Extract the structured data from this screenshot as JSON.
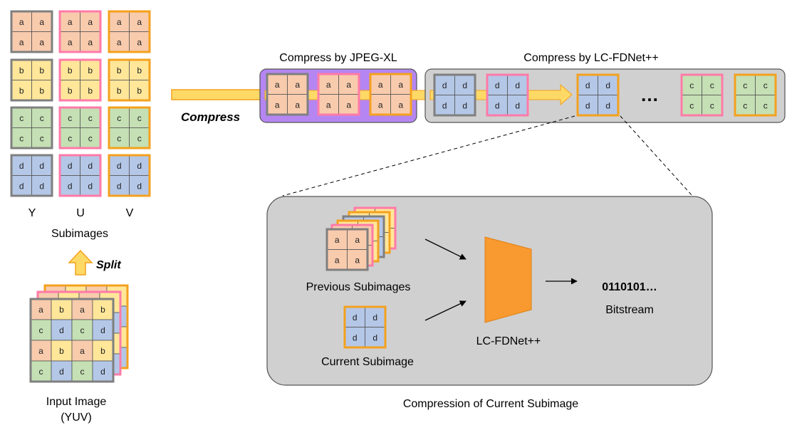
{
  "letters": [
    "a",
    "b",
    "c",
    "d"
  ],
  "colors": {
    "a": "#f8cbad",
    "b": "#ffe699",
    "c": "#c5e0b4",
    "d": "#b4c7e7",
    "y_border": "#7f7f7f",
    "u_border": "#ff7aa8",
    "v_border": "#f4a11e",
    "arrow_fill": "#ffd966",
    "arrow_stroke": "#f4a11e",
    "jpeg_box": "#b586f2",
    "gray_box": "#d0d0d0",
    "network": "#f89a30"
  },
  "subimages": {
    "channels": [
      "Y",
      "U",
      "V"
    ],
    "caption": "Subimages"
  },
  "split_label": "Split",
  "input": {
    "mosaic_rows": [
      [
        "a",
        "b",
        "a",
        "b"
      ],
      [
        "c",
        "d",
        "c",
        "d"
      ],
      [
        "a",
        "b",
        "a",
        "b"
      ],
      [
        "c",
        "d",
        "c",
        "d"
      ]
    ],
    "caption_line1": "Input Image",
    "caption_line2": "(YUV)"
  },
  "compress_label": "Compress",
  "jpeg_stage": {
    "title": "Compress by JPEG-XL",
    "tiles": [
      {
        "letter": "a",
        "channel": "Y"
      },
      {
        "letter": "a",
        "channel": "U"
      },
      {
        "letter": "a",
        "channel": "V"
      }
    ]
  },
  "fdnet_stage": {
    "title": "Compress by LC-FDNet++",
    "tiles_before": [
      {
        "letter": "d",
        "channel": "Y"
      },
      {
        "letter": "d",
        "channel": "U"
      }
    ],
    "current_tile": {
      "letter": "d",
      "channel": "V"
    },
    "ellipsis": "…",
    "tiles_after": [
      {
        "letter": "c",
        "channel": "U"
      },
      {
        "letter": "c",
        "channel": "V"
      }
    ]
  },
  "detail": {
    "previous_label": "Previous Subimages",
    "current_label": "Current Subimage",
    "network_label": "LC-FDNet++",
    "bitstream_value": "0110101…",
    "bitstream_label": "Bitstream",
    "caption": "Compression of Current Subimage"
  }
}
